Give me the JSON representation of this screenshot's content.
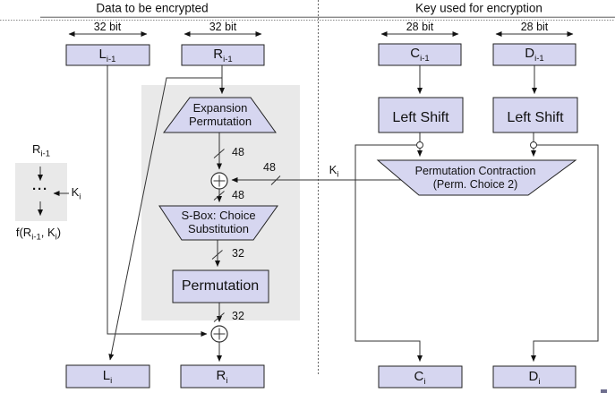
{
  "colors": {
    "box_fill": "#d6d6f0",
    "shade": "#e9e9e9",
    "line": "#333333"
  },
  "headers": {
    "left": "Data to be encrypted",
    "right": "Key used for encryption"
  },
  "bit_labels": {
    "data": "32 bit",
    "key": "28 bit"
  },
  "registers": {
    "l_prev": {
      "main": "L",
      "sub": "i-1"
    },
    "r_prev": {
      "main": "R",
      "sub": "i-1"
    },
    "c_prev": {
      "main": "C",
      "sub": "i-1"
    },
    "d_prev": {
      "main": "D",
      "sub": "i-1"
    },
    "l_next": {
      "main": "L",
      "sub": "i"
    },
    "r_next": {
      "main": "R",
      "sub": "i"
    },
    "c_next": {
      "main": "C",
      "sub": "i"
    },
    "d_next": {
      "main": "D",
      "sub": "i"
    }
  },
  "blocks": {
    "expansion": {
      "line1": "Expansion",
      "line2": "Permutation"
    },
    "sbox": {
      "line1": "S-Box: Choice",
      "line2": "Substitution"
    },
    "permutation": "Permutation",
    "left_shift": "Left Shift",
    "perm_contraction": {
      "line1": "Permutation Contraction",
      "line2": "(Perm. Choice 2)"
    }
  },
  "bus_labels": {
    "b48": "48",
    "b32": "32"
  },
  "key_label": {
    "main": "K",
    "sub": "i"
  },
  "legend": {
    "r": {
      "main": "R",
      "sub": "i-1"
    },
    "dots": "···",
    "k": {
      "main": "K",
      "sub": "i"
    },
    "f_pre": "f(R",
    "f_sub1": "i-1",
    "f_mid": ", K",
    "f_sub2": "i",
    "f_post": ")"
  }
}
